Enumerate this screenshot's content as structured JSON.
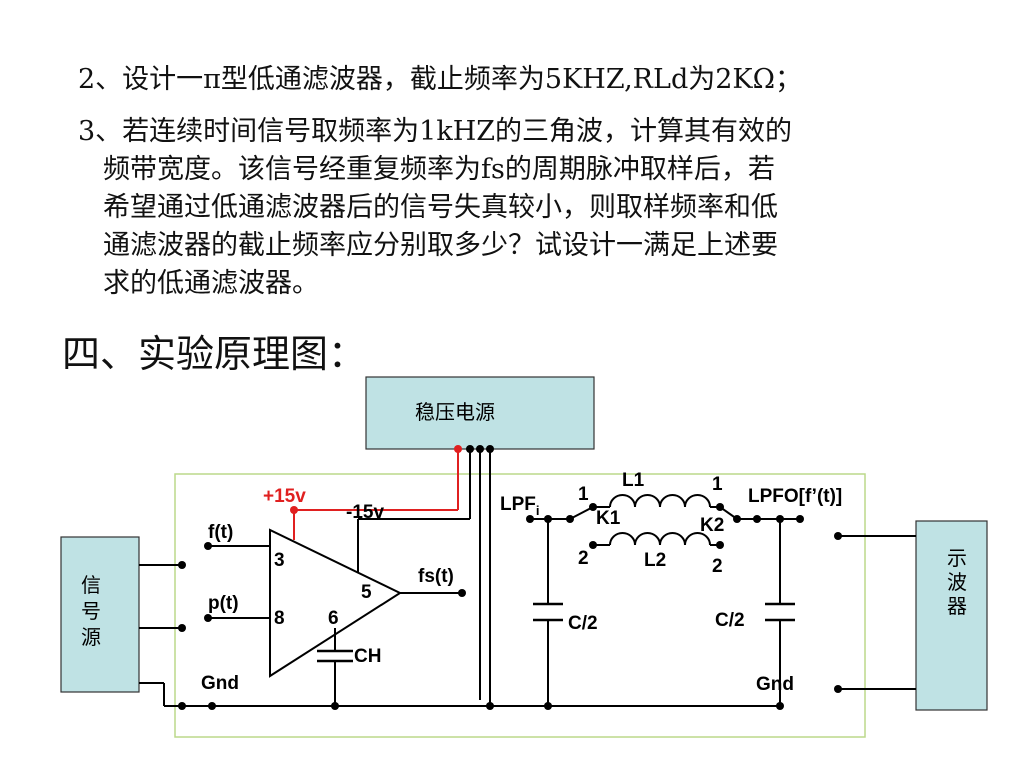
{
  "text": {
    "item2": "2、设计一π型低通滤波器，截止频率为5KHZ,RLd为2KΩ；",
    "item3_lines": [
      "3、若连续时间信号取频率为1kHZ的三角波，计算其有效的",
      "频带宽度。该信号经重复频率为fs的周期脉冲取样后，若",
      "希望通过低通滤波器后的信号失真较小，则取样频率和低",
      "通滤波器的截止频率应分别取多少？试设计一满足上述要",
      "求的低通滤波器。"
    ],
    "heading": "四、实验原理图："
  },
  "diagram": {
    "power_supply": "稳压电源",
    "signal_source": [
      "信",
      "号",
      "源"
    ],
    "oscilloscope": [
      "示",
      "波",
      "器"
    ],
    "plus15": "+15v",
    "minus15": "-15v",
    "f_t": "f(t)",
    "p_t": "p(t)",
    "pin3": "3",
    "pin8": "8",
    "pin5": "5",
    "pin6": "6",
    "fs_t": "fs(t)",
    "ch": "CH",
    "gnd_left": "Gnd",
    "gnd_right": "Gnd",
    "lpfi_main": "LPF",
    "lpfi_sub": "i",
    "lpfo": "LPFO[f’(t)]",
    "l1": "L1",
    "l2": "L2",
    "k1": "K1",
    "k2": "K2",
    "k1_pos1": "1",
    "k1_pos2": "2",
    "k2_pos1": "1",
    "k2_pos2": "2",
    "c_left": "C/2",
    "c_right": "C/2"
  },
  "colors": {
    "box_fill": "#bfe2e4",
    "board_border": "#bcd98a",
    "positive_supply": "#e02020",
    "wire": "#000000"
  }
}
